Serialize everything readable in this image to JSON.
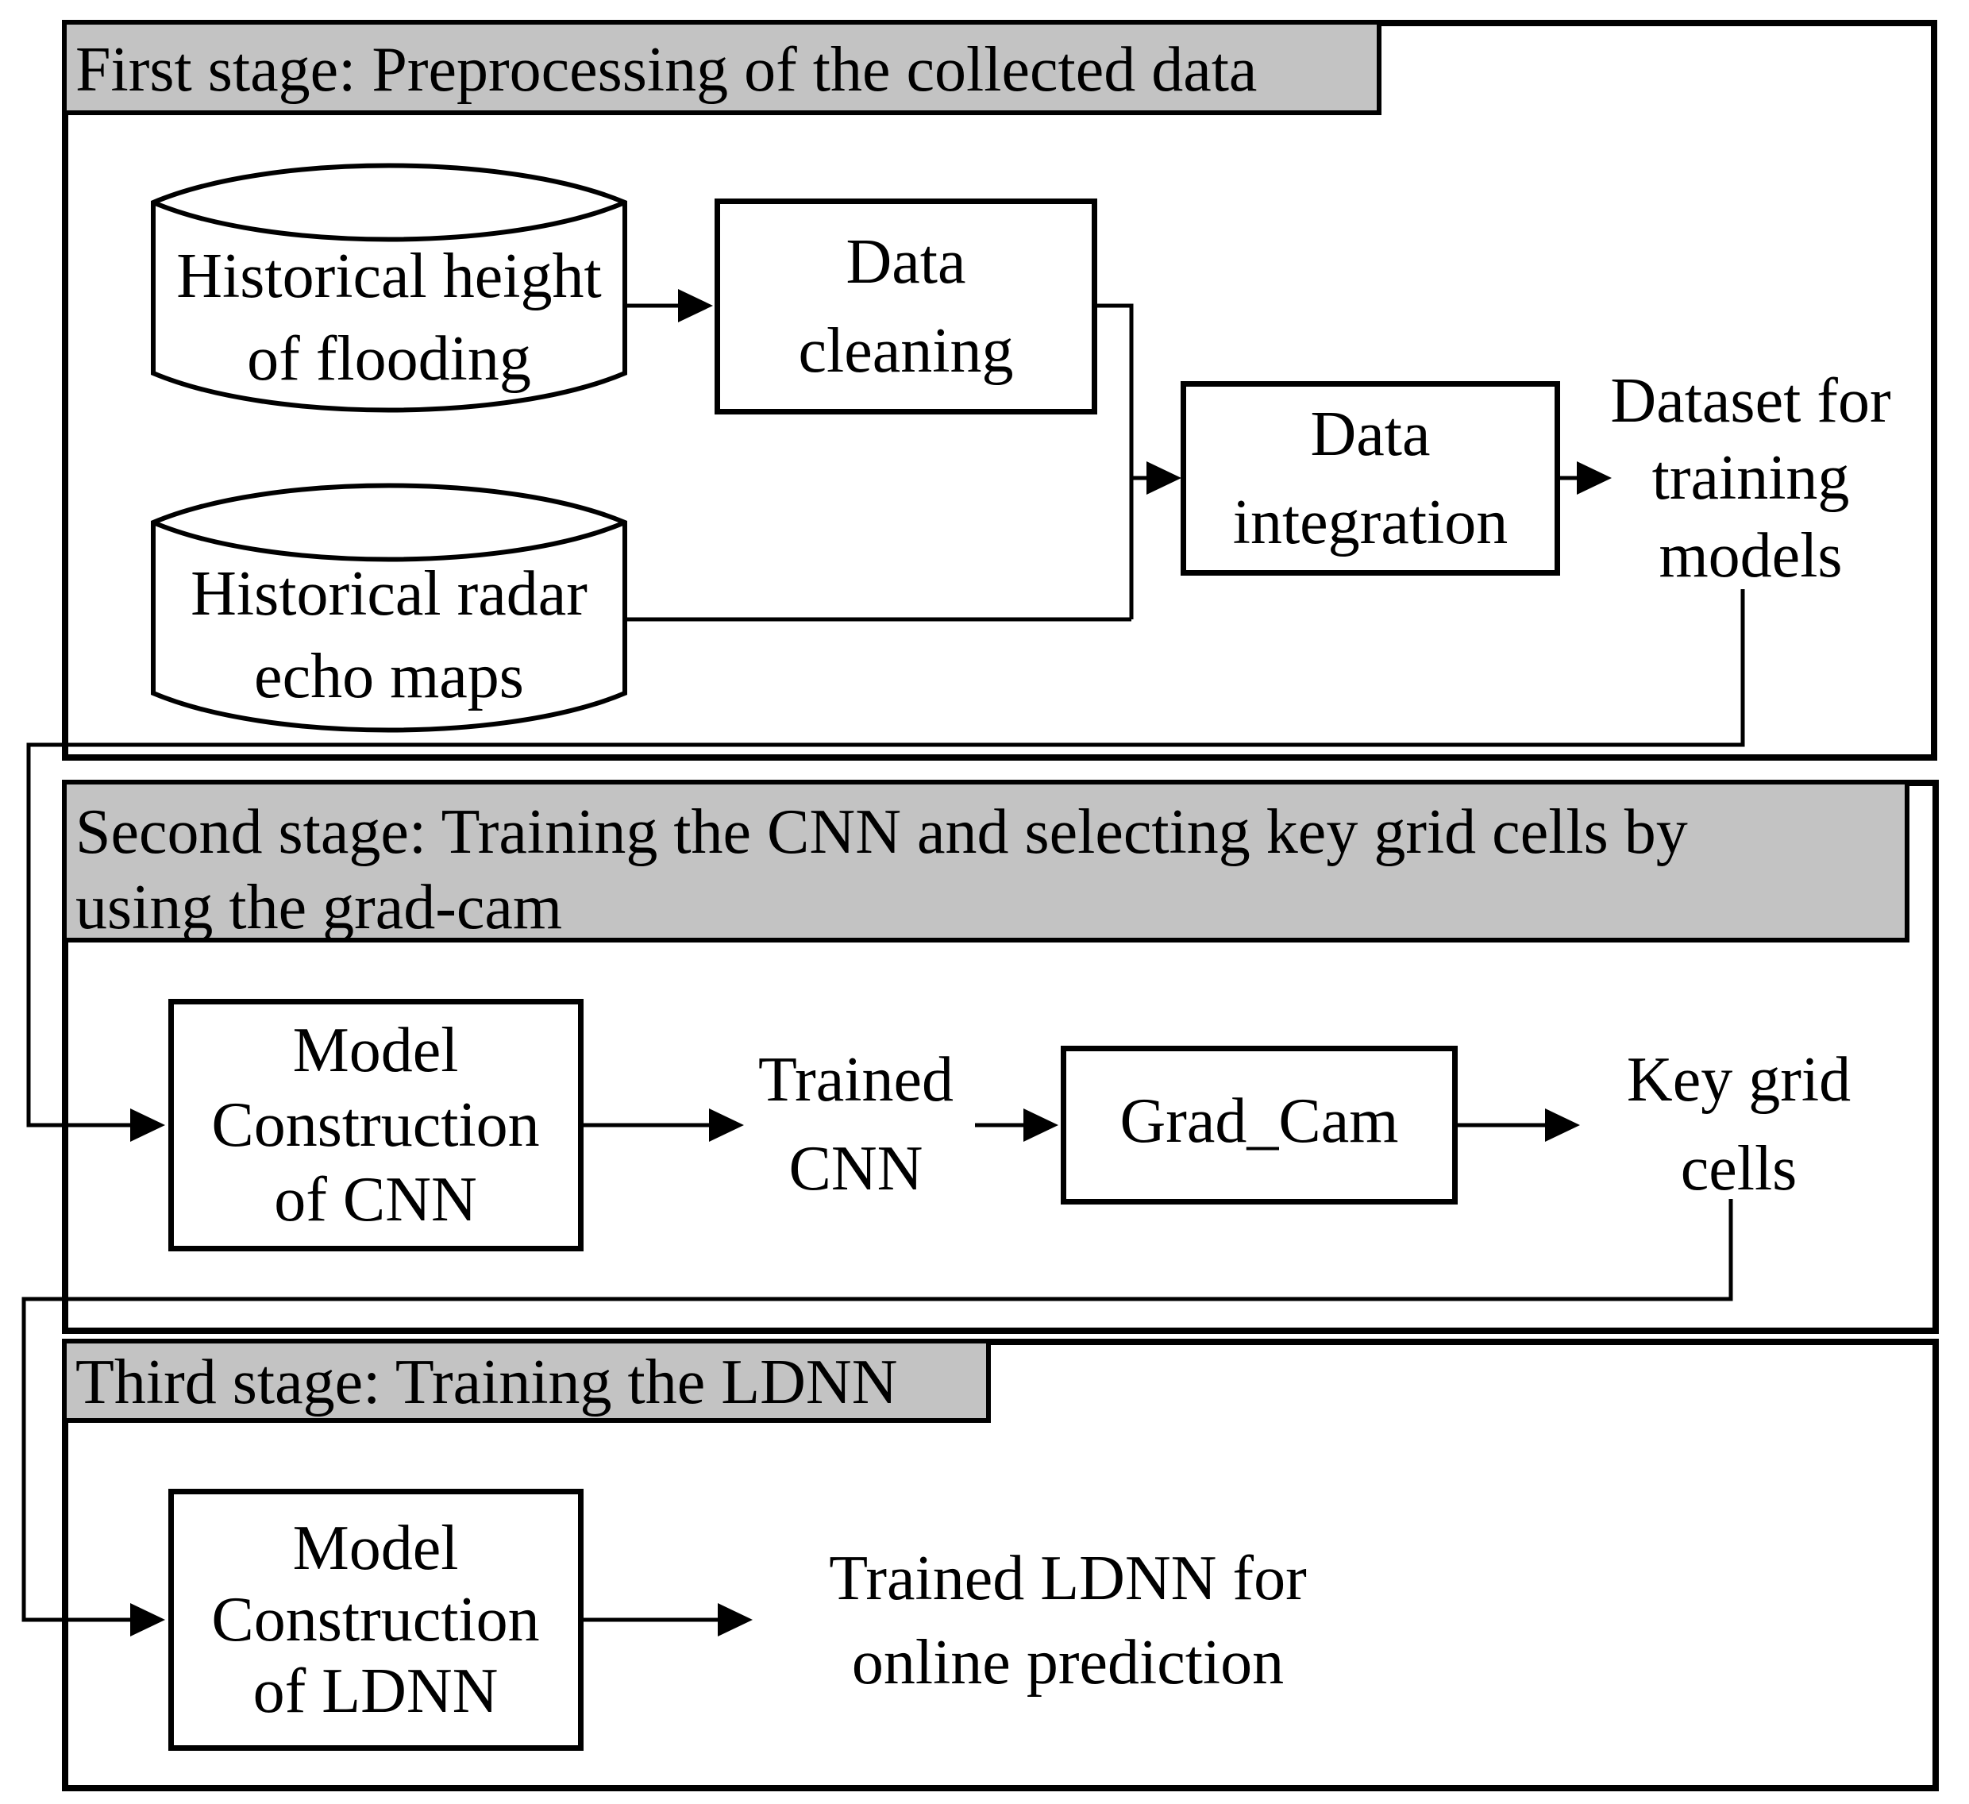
{
  "colors": {
    "header_fill": "#c3c3c3",
    "line": "#000000",
    "background": "#ffffff"
  },
  "stages": {
    "first": {
      "header": "First stage: Preprocessing of the collected data"
    },
    "second": {
      "header_line1": "Second stage: Training the CNN and selecting key grid cells by",
      "header_line2": "using the grad-cam"
    },
    "third": {
      "header": "Third stage: Training the LDNN"
    }
  },
  "nodes": {
    "historical_height": {
      "line1": "Historical height",
      "line2": "of flooding"
    },
    "historical_radar": {
      "line1": "Historical radar",
      "line2": "echo maps"
    },
    "data_cleaning": {
      "line1": "Data",
      "line2": "cleaning"
    },
    "data_integration": {
      "line1": "Data",
      "line2": "integration"
    },
    "dataset_for_training": {
      "line1": "Dataset for",
      "line2": "training",
      "line3": "models"
    },
    "model_construction_cnn": {
      "line1": "Model",
      "line2": "Construction",
      "line3": "of CNN"
    },
    "trained_cnn": {
      "line1": "Trained",
      "line2": "CNN"
    },
    "grad_cam": {
      "label": "Grad_Cam"
    },
    "key_grid_cells": {
      "line1": "Key grid",
      "line2": "cells"
    },
    "model_construction_ldnn": {
      "line1": "Model",
      "line2": "Construction",
      "line3": "of LDNN"
    },
    "trained_ldnn": {
      "line1": "Trained LDNN for",
      "line2": "online prediction"
    }
  }
}
